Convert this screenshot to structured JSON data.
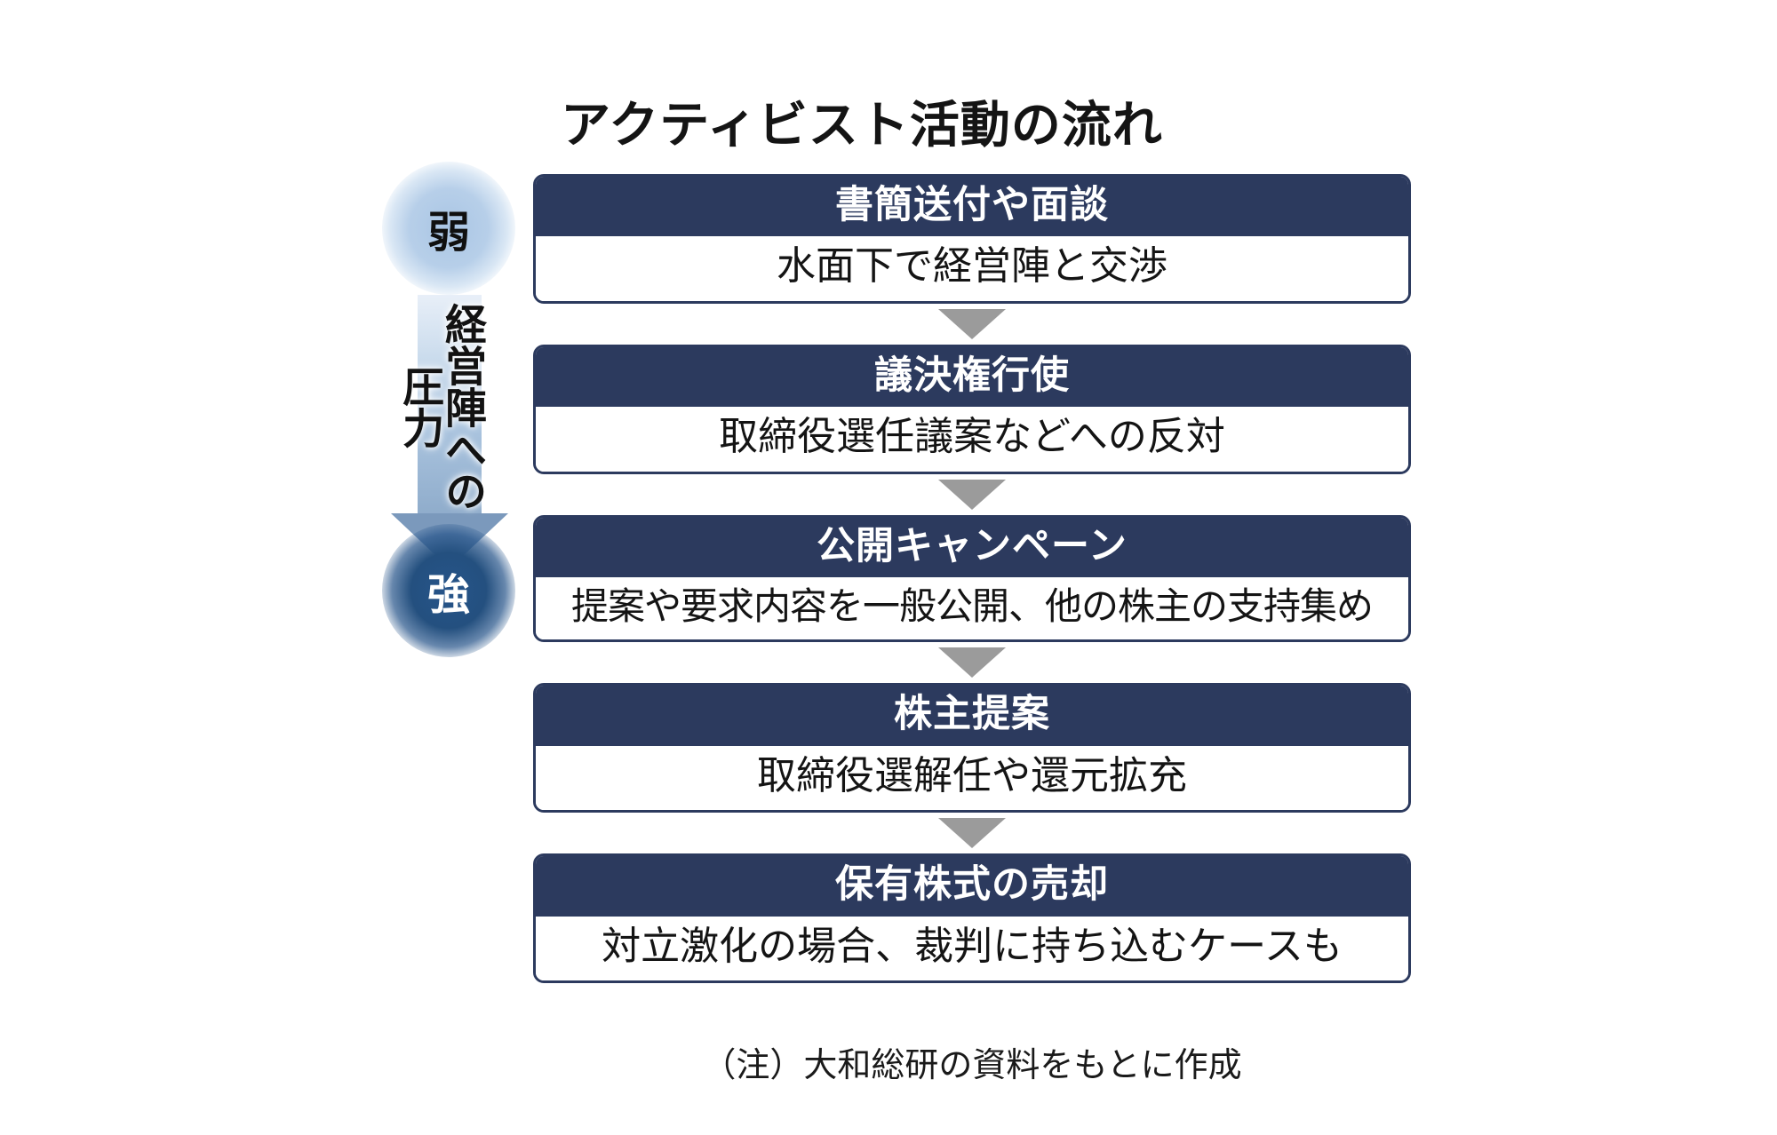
{
  "title": "アクティビスト活動の流れ",
  "pressure_axis": {
    "label": "経営陣への圧力",
    "weak_badge": "弱",
    "strong_badge": "強",
    "arrow_direction": "down",
    "arrow_gradient_from": "#e8eff8",
    "arrow_gradient_to": "#8faccb",
    "weak_badge_color": "#b7cfe9",
    "strong_badge_color": "#26548a"
  },
  "flow": {
    "header_bg": "#2c3a5e",
    "border_color": "#2c3a5e",
    "connector_color": "#9b9b9b",
    "steps": [
      {
        "header": "書簡送付や面談",
        "body": "水面下で経営陣と交渉"
      },
      {
        "header": "議決権行使",
        "body": "取締役選任議案などへの反対"
      },
      {
        "header": "公開キャンペーン",
        "body": "提案や要求内容を一般公開、他の株主の支持集め"
      },
      {
        "header": "株主提案",
        "body": "取締役選解任や還元拡充"
      },
      {
        "header": "保有株式の売却",
        "body": "対立激化の場合、裁判に持ち込むケースも"
      }
    ]
  },
  "footnote": "（注）大和総研の資料をもとに作成"
}
